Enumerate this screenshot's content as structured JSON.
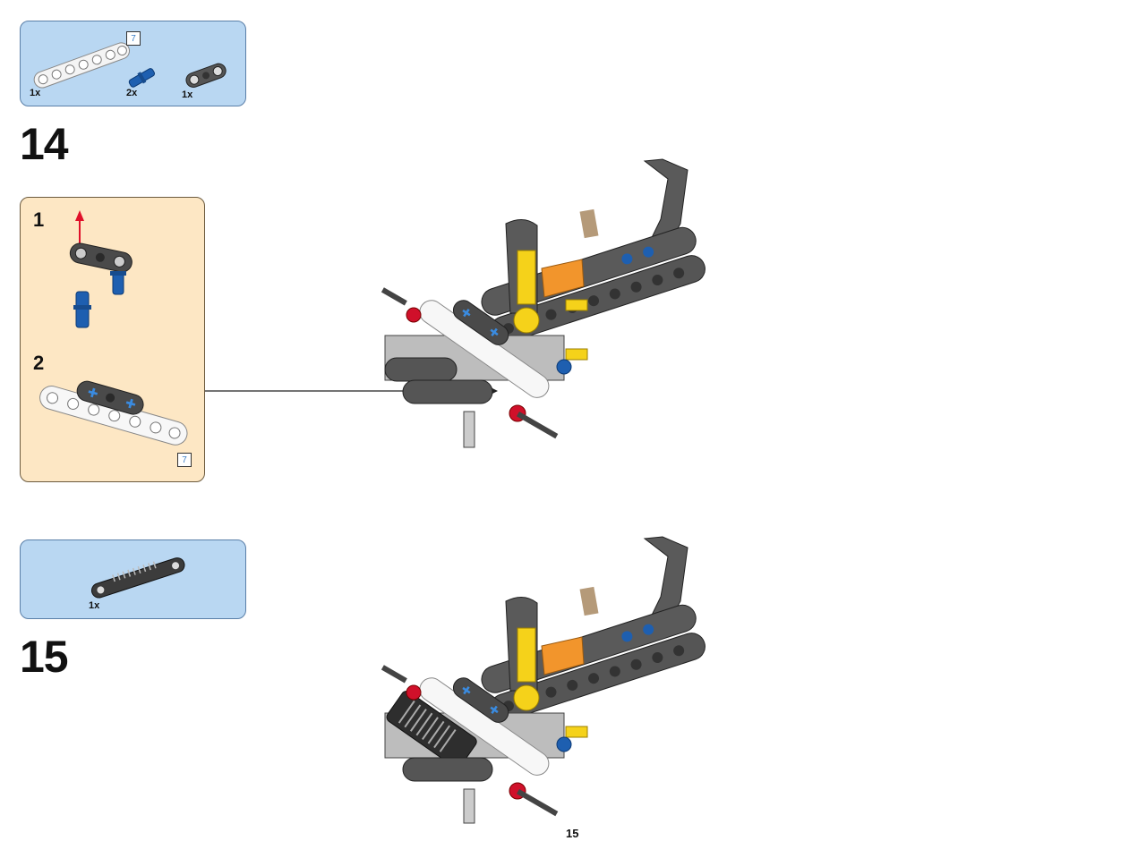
{
  "step14": {
    "number": "14",
    "parts": [
      {
        "name": "white beam",
        "qty": "1x",
        "length": "7"
      },
      {
        "name": "blue pin",
        "qty": "2x"
      },
      {
        "name": "dark grey connector",
        "qty": "1x"
      }
    ],
    "sub_steps": [
      {
        "number": "1"
      },
      {
        "number": "2",
        "length": "7"
      }
    ]
  },
  "step15": {
    "number": "15",
    "parts": [
      {
        "name": "dark grey gear rack",
        "qty": "1x"
      }
    ]
  },
  "page_number": "15",
  "colors": {
    "parts_box_bg": "#b9d7f2",
    "sub_box_bg": "#fde7c4",
    "beam_dark": "#5a5a5a",
    "pin_blue": "#1e5fb0",
    "axle_yellow": "#f5d21a",
    "accent_orange": "#f2952c",
    "pin_red": "#d0102a"
  }
}
